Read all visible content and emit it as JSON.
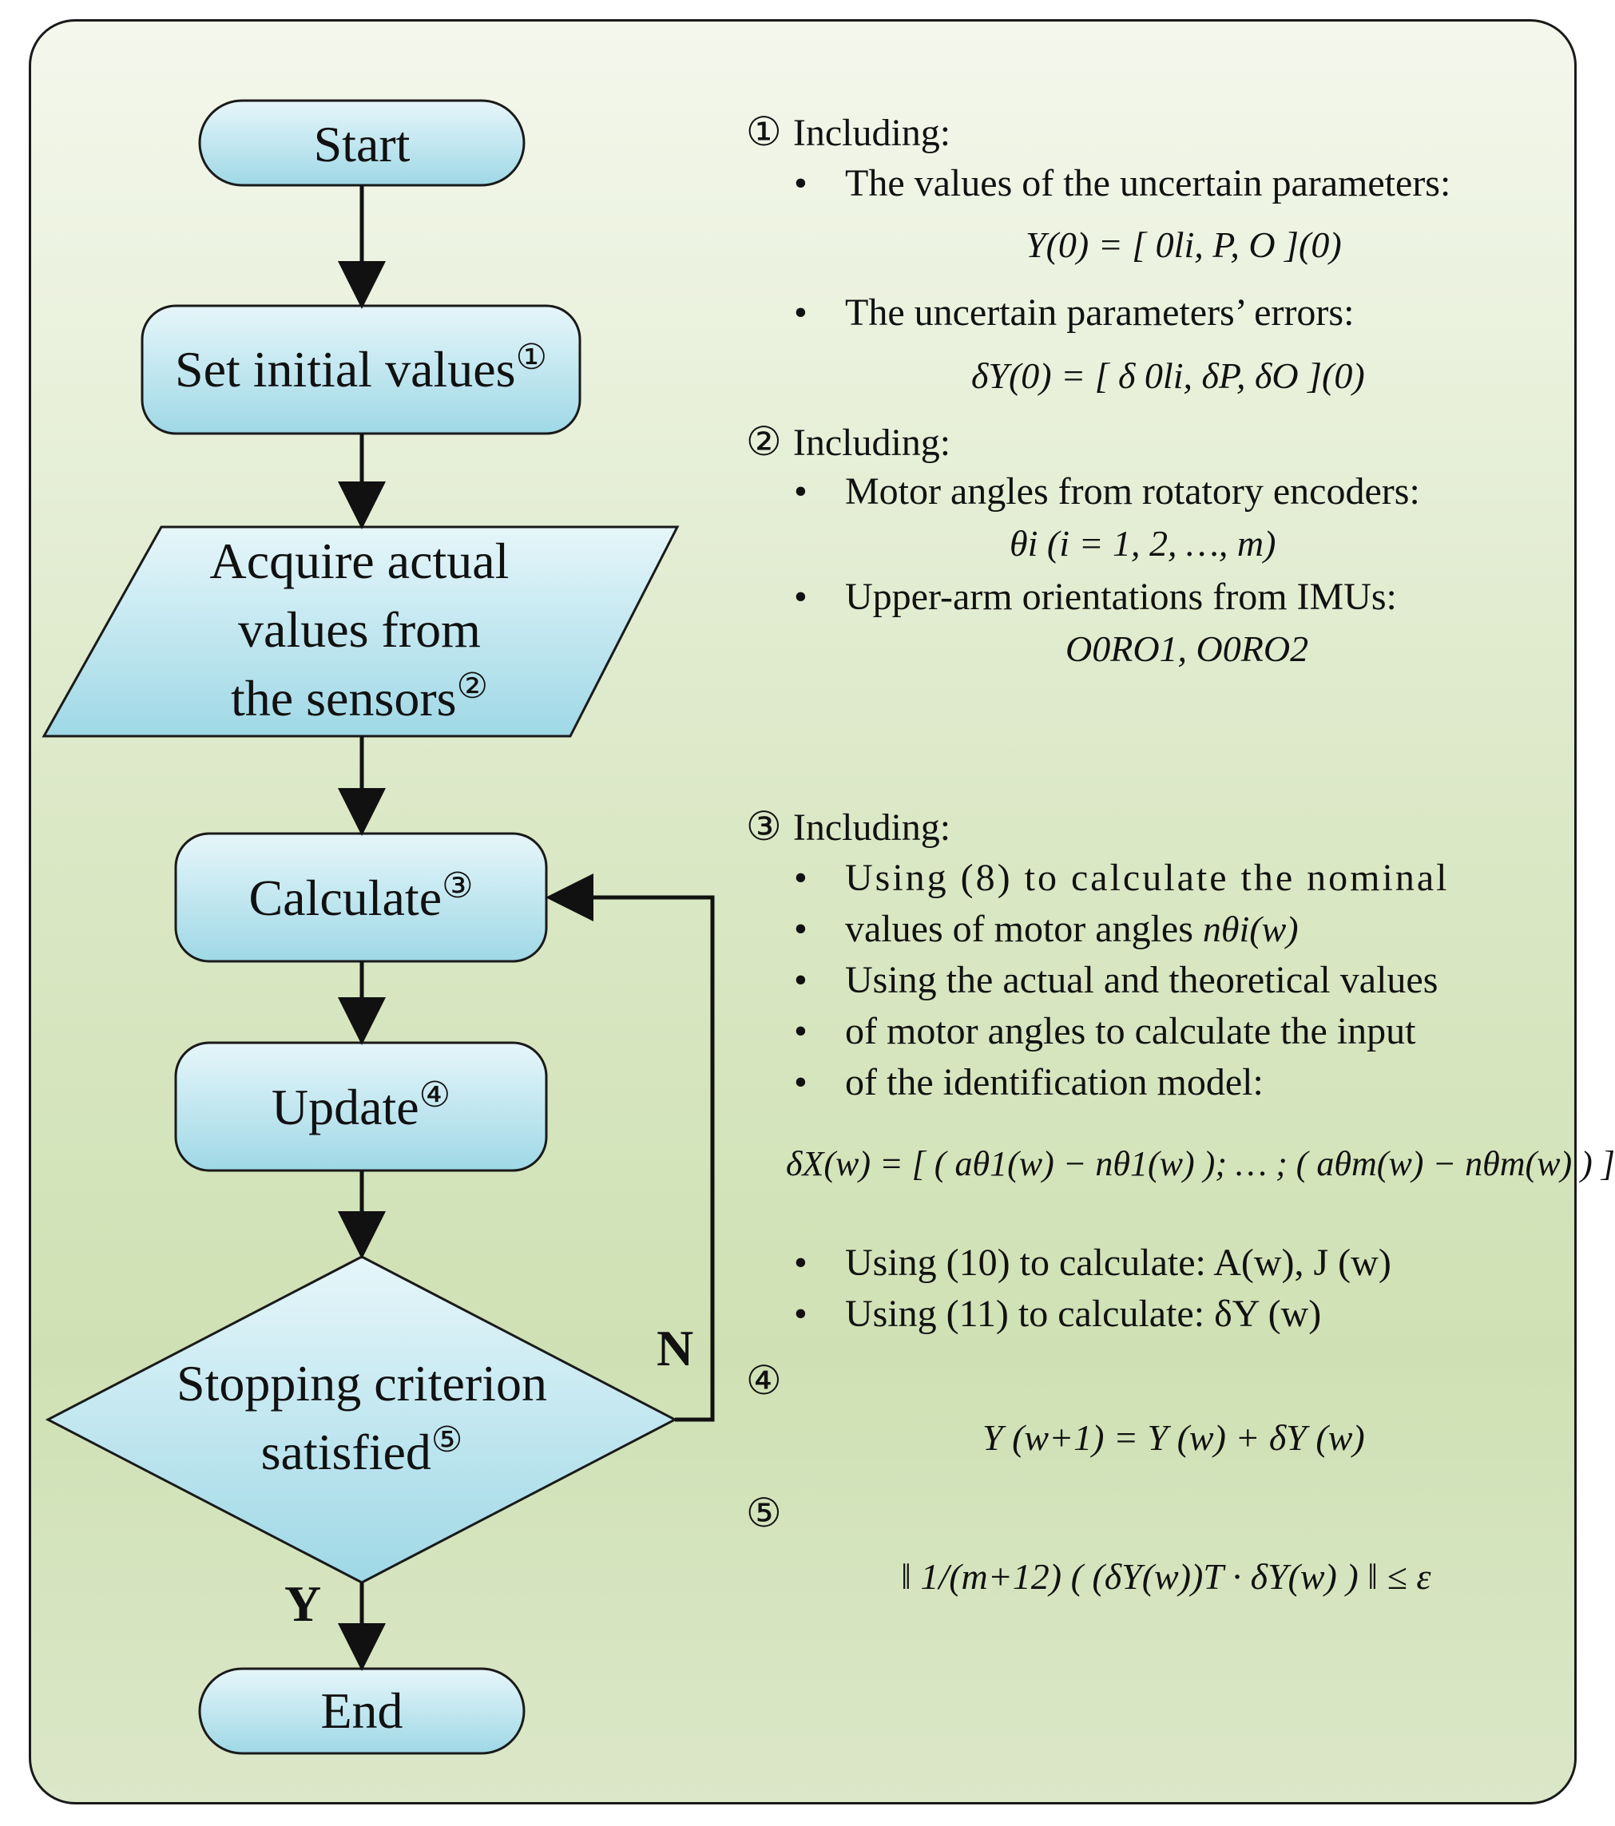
{
  "flowchart": {
    "start": "Start",
    "set_initial": "Set initial values",
    "acquire_line1": "Acquire actual",
    "acquire_line2": "values from",
    "acquire_line3": "the sensors",
    "calculate": "Calculate",
    "update": "Update",
    "stop_line1": "Stopping criterion",
    "stop_line2": "satisfied",
    "end": "End",
    "yes_label": "Y",
    "no_label": "N",
    "marker1": "①",
    "marker2": "②",
    "marker3": "③",
    "marker4": "④",
    "marker5": "⑤"
  },
  "notes": {
    "n1": {
      "num": "①",
      "head": "Including:",
      "bullet1": "The values of the uncertain parameters:",
      "eq1": "Y(0) = [ 0li, P, O ](0)",
      "bullet2": "The uncertain parameters’  errors:",
      "eq2": "δY(0) = [ δ 0li, δP, δO ](0)"
    },
    "n2": {
      "num": "②",
      "head": "Including:",
      "bullet1": "Motor angles from rotatory encoders:",
      "eq1": "θi (i = 1, 2, …, m)",
      "bullet2": "Upper-arm orientations from IMUs:",
      "eq2": "O0RO1, O0RO2"
    },
    "n3": {
      "num": "③",
      "head": "Including:",
      "bullet1_line1": "Using (8) to calculate the nominal",
      "bullet1_line2": "values of motor angles",
      "bullet1_eq": "nθi(w)",
      "bullet2_line1": "Using the actual and theoretical values",
      "bullet2_line2": "of motor angles to calculate the input",
      "bullet2_line3": "of the identification model:",
      "eq1": "δX(w) = [ ( aθ1(w) − nθ1(w) ); … ; ( aθm(w) − nθm(w) ) ]",
      "bullet3": "Using (10) to calculate: A(w), J (w)",
      "bullet4": "Using (11) to calculate: δY (w)"
    },
    "n4": {
      "num": "④",
      "eq": "Y (w+1) = Y (w) + δY (w)"
    },
    "n5": {
      "num": "⑤",
      "eq_num": "1",
      "eq_den": "m+12",
      "eq": "‖ 1/(m+12) ( (δY(w))T · δY(w) ) ‖ ≤ ε"
    }
  }
}
